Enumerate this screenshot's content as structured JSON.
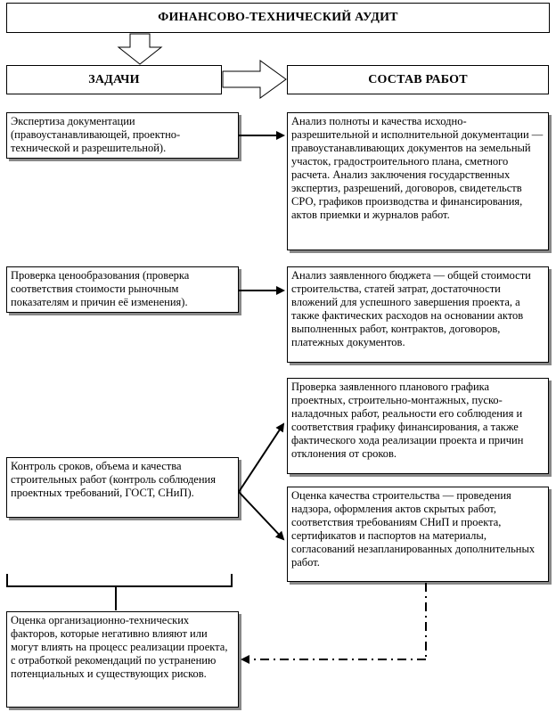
{
  "header": {
    "title": "ФИНАНСОВО-ТЕХНИЧЕСКИЙ АУДИТ"
  },
  "tasks": {
    "title": "ЗАДАЧИ"
  },
  "works": {
    "title": "СОСТАВ РАБОТ"
  },
  "rows": [
    {
      "task": "Экспертиза документации (правоустанавливающей, проектно-технической и разрешительной).",
      "work": "Анализ полноты и качества исходно-разрешительной и исполнительной документации — правоустанавливающих документов на земельный участок, градостроительного плана, сметного расчета. Анализ заключения государственных экспертиз, разрешений, договоров, свидетельств СРО, графиков производства и финансирования, актов приемки и журналов работ."
    },
    {
      "task": "Проверка ценообразования (проверка соответствия стоимости рыночным показателям и причин её изменения).",
      "work": "Анализ заявленного бюджета — общей стоимости строительства, статей затрат, достаточности вложений для успешного завершения проекта, а также фактических расходов на основании актов выполненных работ, контрактов, договоров, платежных документов."
    },
    {
      "task": "Контроль сроков, объема и качества строительных работ (контроль соблюдения проектных требований, ГОСТ, СНиП).",
      "work": "Проверка заявленного планового графика проектных, строительно-монтажных, пуско-наладочных работ, реальности его соблюдения и соответствия графику финансирования, а также фактического хода реализации проекта и причин отклонения от сроков.",
      "work2": "Оценка качества строительства — проведения надзора, оформления актов скрытых работ, соответствия требованиям СНиП и проекта, сертификатов и паспортов на материалы, согласований незапланированных дополнительных работ."
    }
  ],
  "summary": {
    "text": "Оценка организационно-технических факторов, которые негативно влияют или могут влиять на процесс реализации проекта, с отработкой рекомендаций по устранению потенциальных и существующих рисков."
  }
}
